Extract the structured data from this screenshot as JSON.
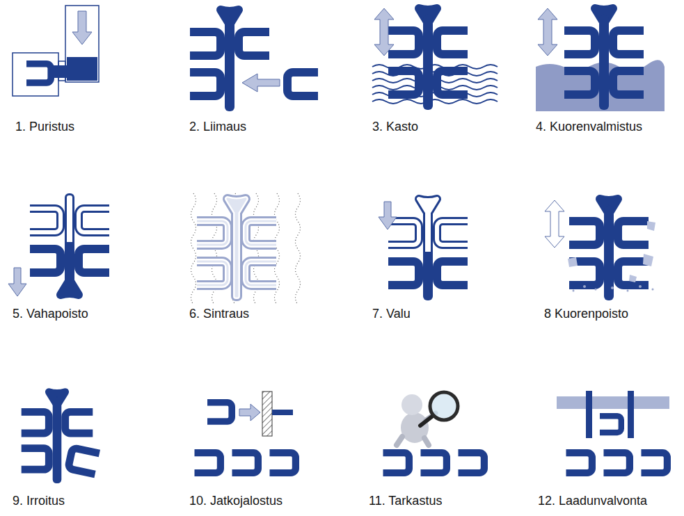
{
  "diagram": {
    "labels": [
      "1. Puristus",
      "2. Liimaus",
      "3. Kasto",
      "4. Kuorenvalmistus",
      "5. Vahapoisto",
      "6. Sintraus",
      "7. Valu",
      "8 Kuorenpoisto",
      "9. Irroitus",
      "10. Jatkojalostus",
      "11. Tarkastus",
      "12. Laadunvalvonta"
    ]
  }
}
